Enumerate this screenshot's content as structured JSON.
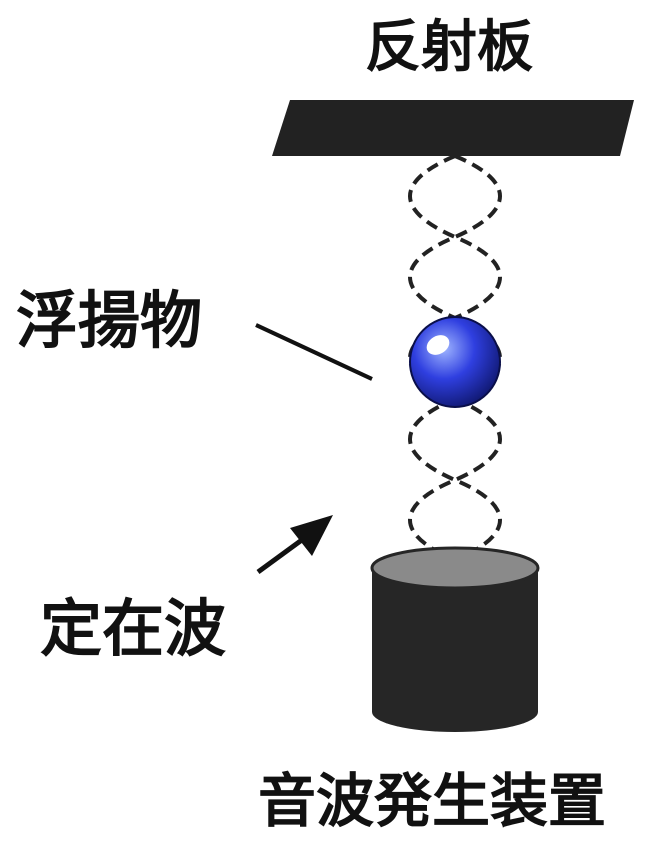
{
  "labels": {
    "reflector": "反射板",
    "levitated_object": "浮揚物",
    "standing_wave": "定在波",
    "sound_source": "音波発生装置"
  },
  "colors": {
    "reflector": "#222222",
    "wave": "#222222",
    "pointer": "#111111",
    "cylinder_body": "#262626",
    "cylinder_top": "#8a8a8a",
    "sphere_light": "#9fb4ff",
    "sphere_mid": "#2f3fe0",
    "sphere_dark": "#0b1260",
    "sphere_highlight": "#ffffff"
  },
  "icons": {
    "reflector": "reflector-plate-shape",
    "wave": "standing-wave-lobes",
    "object": "blue-sphere",
    "source": "cylinder-transducer"
  }
}
